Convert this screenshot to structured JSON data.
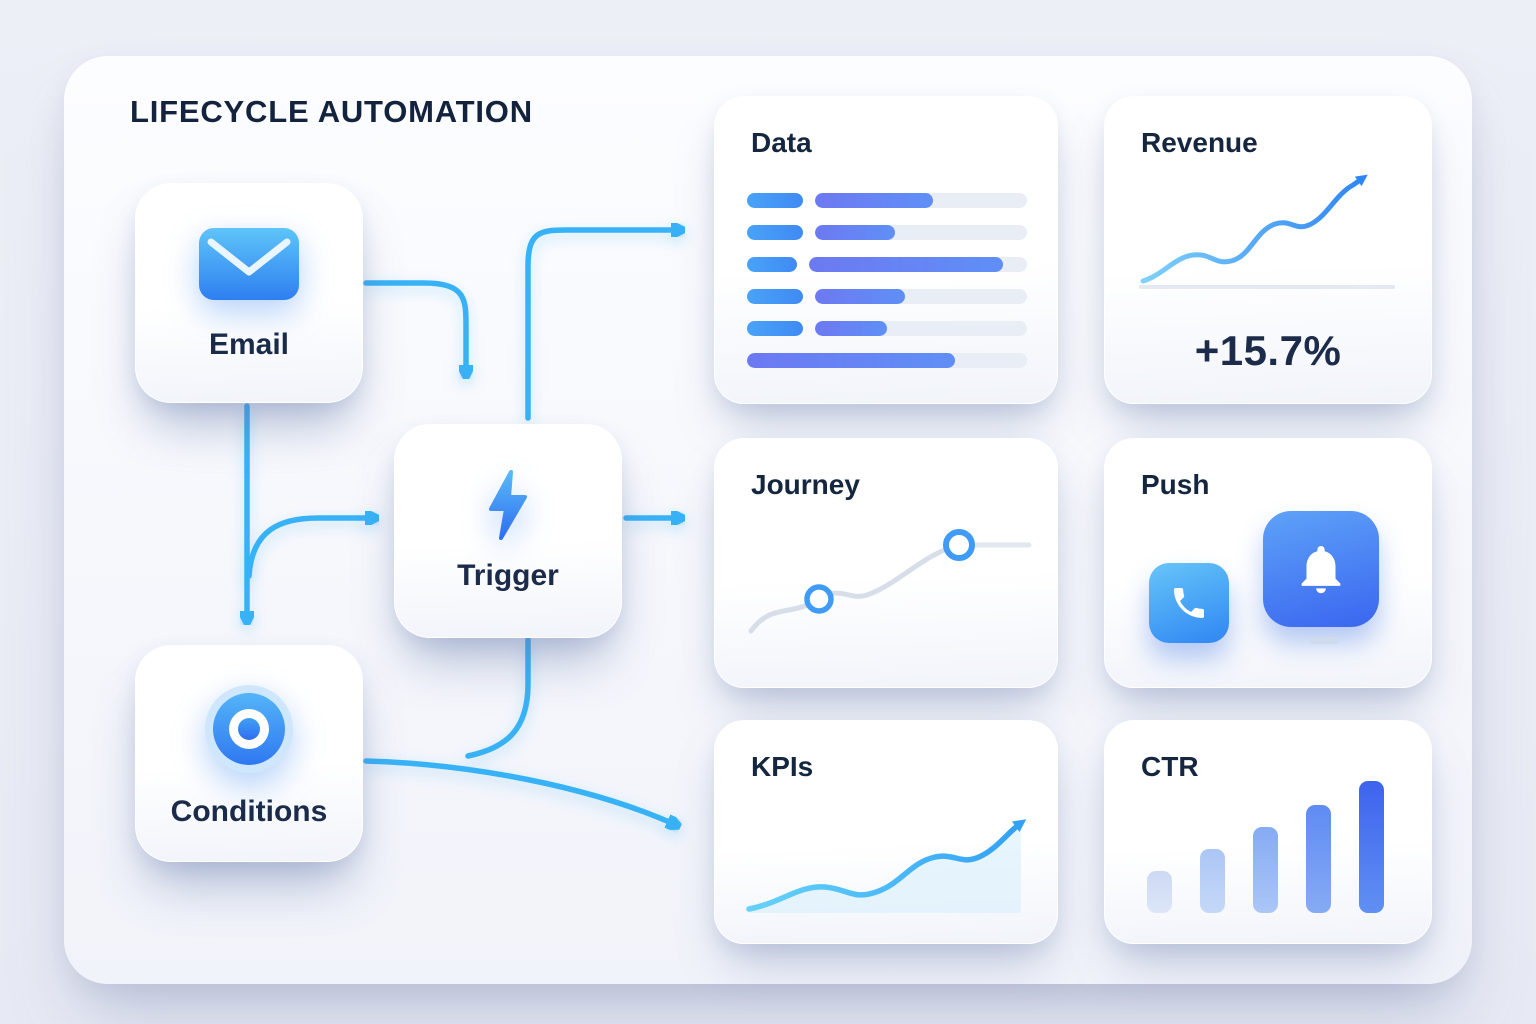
{
  "title": "LIFECYCLE AUTOMATION",
  "nodes": {
    "email": {
      "label": "Email",
      "icon": "envelope-icon"
    },
    "trigger": {
      "label": "Trigger",
      "icon": "lightning-icon"
    },
    "conditions": {
      "label": "Conditions",
      "icon": "target-icon"
    }
  },
  "cards": {
    "data": {
      "title": "Data",
      "rows": [
        {
          "lead": 56,
          "main": 118
        },
        {
          "lead": 56,
          "main": 80
        },
        {
          "lead": 50,
          "main": 194
        },
        {
          "lead": 56,
          "main": 90
        },
        {
          "lead": 56,
          "main": 72
        },
        {
          "lead": 0,
          "main": 208
        }
      ]
    },
    "revenue": {
      "title": "Revenue",
      "metric": "+15.7%"
    },
    "journey": {
      "title": "Journey"
    },
    "push": {
      "title": "Push",
      "icons": [
        "phone-icon",
        "bell-icon"
      ]
    },
    "kpis": {
      "title": "KPIs"
    },
    "ctr": {
      "title": "CTR",
      "bars": [
        {
          "height": 42,
          "color_top": "#cdd9f4",
          "color_bottom": "#dde6f8"
        },
        {
          "height": 64,
          "color_top": "#abc6f5",
          "color_bottom": "#c6d8f8"
        },
        {
          "height": 86,
          "color_top": "#86abf4",
          "color_bottom": "#abc6f6"
        },
        {
          "height": 108,
          "color_top": "#5f8bf3",
          "color_bottom": "#86abf4"
        },
        {
          "height": 132,
          "color_top": "#3e63ee",
          "color_bottom": "#6090f3"
        }
      ]
    }
  },
  "colors": {
    "background": "#eaecf5",
    "panel": "#f8fafd",
    "card": "#ffffff",
    "text_dark": "#15263f",
    "arrow_blue": "#38b2f7",
    "accent_blue": "#2f86f3",
    "bar_purple": "#6d79f2",
    "track_gray": "#e9edf6"
  }
}
